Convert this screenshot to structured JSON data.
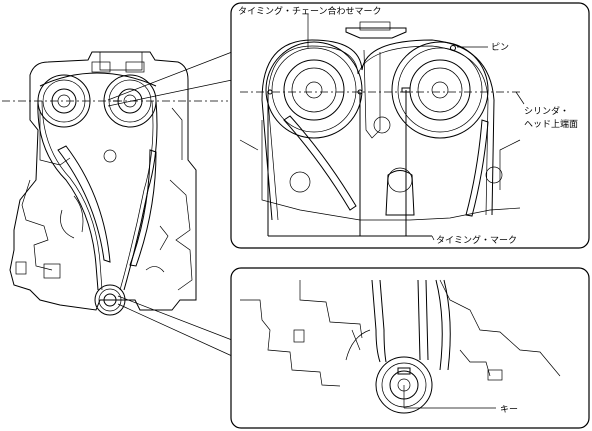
{
  "labels": {
    "chain_mark": "タイミング・チェーン合わせマーク",
    "pin": "ピン",
    "head_surface_line1": "シリンダ・",
    "head_surface_line2": "ヘッド上端面",
    "timing_mark": "タイミング・マーク",
    "key": "キー"
  }
}
